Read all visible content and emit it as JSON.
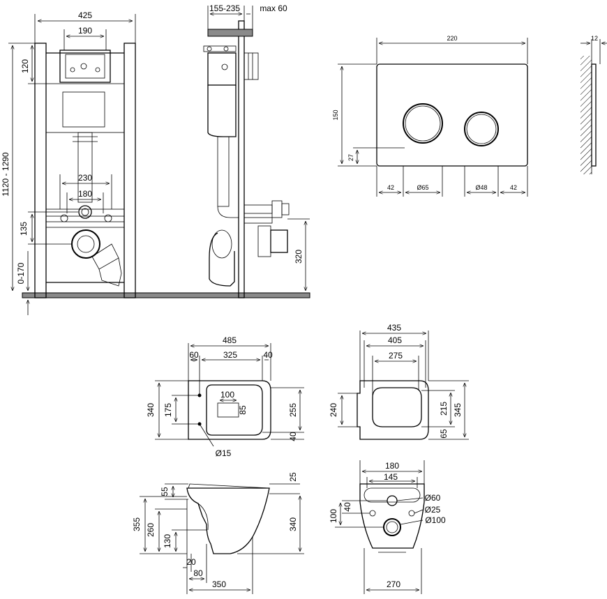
{
  "frame_front": {
    "w_425": "425",
    "w_190": "190",
    "h_120": "120",
    "h_1120_1290": "1120 - 1290",
    "w_230": "230",
    "w_180": "180",
    "h_135": "135",
    "h_0_170": "0-170"
  },
  "frame_side": {
    "d_155_235": "155-235",
    "d_max60": "max 60",
    "h_320": "320"
  },
  "plate": {
    "w_220": "220",
    "h_150": "150",
    "h_27": "27",
    "w_42a": "42",
    "d_65": "Ø65",
    "d_48": "Ø48",
    "w_42b": "42",
    "t_12": "12"
  },
  "bowl_top": {
    "w_485": "485",
    "w_60": "60",
    "w_325": "325",
    "w_40": "40",
    "h_340": "340",
    "h_175": "175",
    "w_100": "100",
    "h_85": "85",
    "h_255": "255",
    "h_40": "40",
    "d_15": "Ø15"
  },
  "bowl_plan": {
    "w_435": "435",
    "w_405": "405",
    "w_275": "275",
    "h_240": "240",
    "h_215": "215",
    "h_345": "345",
    "h_65": "65"
  },
  "bowl_side": {
    "h_25": "25",
    "h_55": "55",
    "h_355": "355",
    "h_260": "260",
    "h_130": "130",
    "h_340": "340",
    "w_20": "20",
    "w_80": "80",
    "w_350": "350"
  },
  "bowl_back": {
    "w_180": "180",
    "w_145": "145",
    "d_60": "Ø60",
    "d_25": "Ø25",
    "d_100": "Ø100",
    "h_40": "40",
    "h_100": "100",
    "w_270": "270"
  }
}
